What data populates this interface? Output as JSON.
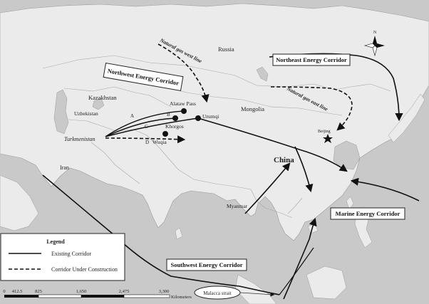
{
  "map": {
    "places": {
      "russia": "Russia",
      "kazakhstan": "Kazakhstan",
      "uzbekistan": "Uzbekistan",
      "turkmenistan": "Turkmenistan",
      "iran": "Iran",
      "mongolia": "Mongolia",
      "china": "China",
      "beijing": "Beijing",
      "myanmar": "Myanmar",
      "alataw_pass": "Alataw Pass",
      "urumqi": "Urumqi",
      "khorgos": "Khorgos",
      "wuqia": "Wuqia",
      "malacca": "Malacca strait"
    },
    "corridors": {
      "northwest": "Northwest Energy Corridor",
      "northeast": "Northeast Energy Corridor",
      "southwest": "Southwest Energy Corridor",
      "marine": "Marine Energy Corridor",
      "gas_west": "Natural gas west line",
      "gas_east": "Natural gas east line"
    },
    "route_letters": [
      "A",
      "B",
      "C",
      "D"
    ],
    "north_label": "N",
    "legend": {
      "title": "Legend",
      "existing": "Existing Corridor",
      "construction": "Corridor Under Construction"
    },
    "scale": {
      "ticks": [
        "0",
        "412.5",
        "825",
        "1,650",
        "2,475",
        "3,300"
      ],
      "unit": "Kilometers"
    }
  }
}
